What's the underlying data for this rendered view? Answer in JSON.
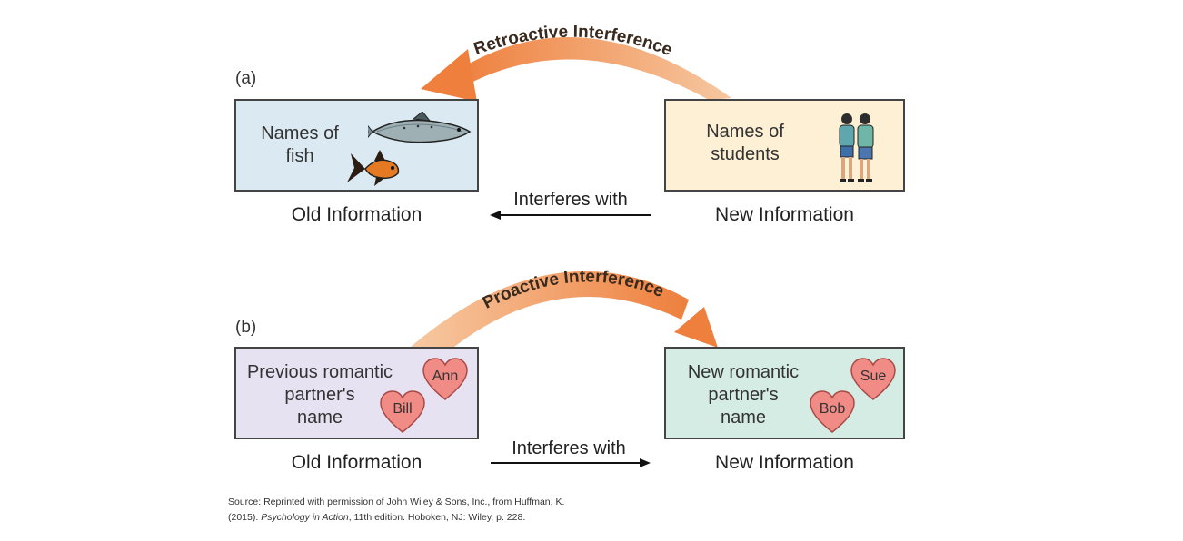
{
  "panel_a": {
    "label": "(a)",
    "arc_label": "Retroactive Interference",
    "old_box_text": "Names of\nfish",
    "new_box_text": "Names of\nstudents",
    "old_caption": "Old Information",
    "new_caption": "New Information",
    "arrow_label": "Interferes with"
  },
  "panel_b": {
    "label": "(b)",
    "arc_label": "Proactive Interference",
    "old_box_text": "Previous romantic\npartner's\nname",
    "new_box_text": "New romantic\npartner's\nname",
    "old_hearts": [
      "Ann",
      "Bill"
    ],
    "new_hearts": [
      "Sue",
      "Bob"
    ],
    "old_caption": "Old Information",
    "new_caption": "New Information",
    "arrow_label": "Interferes with"
  },
  "source": {
    "line1": "Source: Reprinted with permission of John Wiley & Sons, Inc., from Huffman, K.",
    "line2_prefix": "(2015). ",
    "line2_title": "Psychology in Action",
    "line2_suffix": ", 11th edition. Hoboken, NJ: Wiley, p. 228."
  },
  "colors": {
    "arc_orange": "#f08a4b",
    "fish_box": "#dbe9f2",
    "students_box": "#fdf0d4",
    "previous_box": "#e6e2f1",
    "new_partner_box": "#d4ece4",
    "heart": "#f08b86"
  }
}
